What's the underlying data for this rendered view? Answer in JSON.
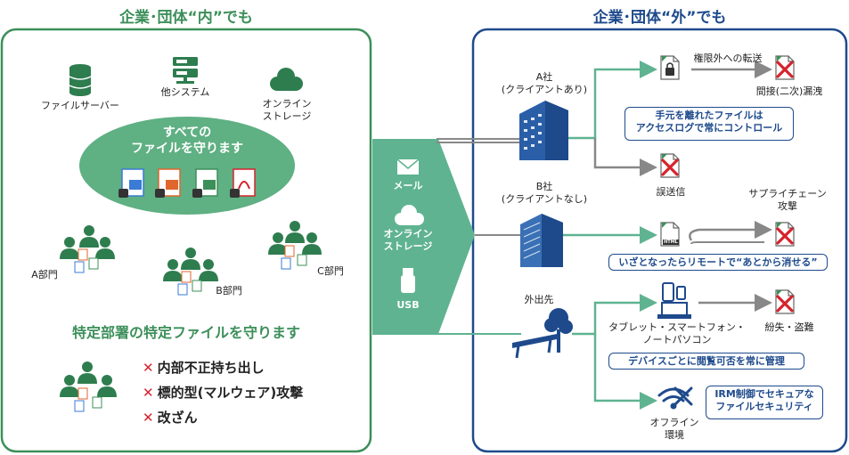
{
  "left": {
    "title": "企業･団体“内”でも",
    "file_server": "ファイルサーバー",
    "other_system": "他システム",
    "online_storage_line1": "オンライン",
    "online_storage_line2": "ストレージ",
    "center_line1": "すべての",
    "center_line2": "ファイルを守ります",
    "dept_a": "A部門",
    "dept_b": "B部門",
    "dept_c": "C部門",
    "subtitle": "特定部署の特定ファイルを守ります",
    "threats": [
      "内部不正持ち出し",
      "標的型(マルウェア)攻撃",
      "改ざん"
    ]
  },
  "middle": {
    "mail": "メール",
    "online_line1": "オンライン",
    "online_line2": "ストレージ",
    "usb": "USB"
  },
  "right": {
    "title": "企業･団体“外”でも",
    "company_a_line1": "A社",
    "company_a_line2": "(クライアントあり)",
    "company_b_line1": "B社",
    "company_b_line2": "(クライアントなし)",
    "outside": "外出先",
    "forward_outside": "権限外への転送",
    "indirect_leak": "間接(二次)漏洩",
    "box_access_line1": "手元を離れたファイルは",
    "box_access_line2": "アクセスログで常にコントロール",
    "misdelivery": "誤送信",
    "supply_chain_line1": "サプライチェーン",
    "supply_chain_line2": "攻撃",
    "html_label": "HTML",
    "box_remote": "いざとなったらリモートで“あとから消せる”",
    "devices_line1": "タブレット・スマートフォン・",
    "devices_line2": "ノートパソコン",
    "loss_theft": "紛失・盗難",
    "box_device": "デバイスごとに閲覧可否を常に管理",
    "offline_line1": "オフライン",
    "offline_line2": "環境",
    "box_irm_line1": "IRM制御でセキュアな",
    "box_irm_line2": "ファイルセキュリティ"
  },
  "colors": {
    "green": "#3d8f5a",
    "light_green": "#5fb083",
    "teal": "#5fb391",
    "navy": "#1e4a8c",
    "red": "#d6232d",
    "gray": "#888888"
  }
}
